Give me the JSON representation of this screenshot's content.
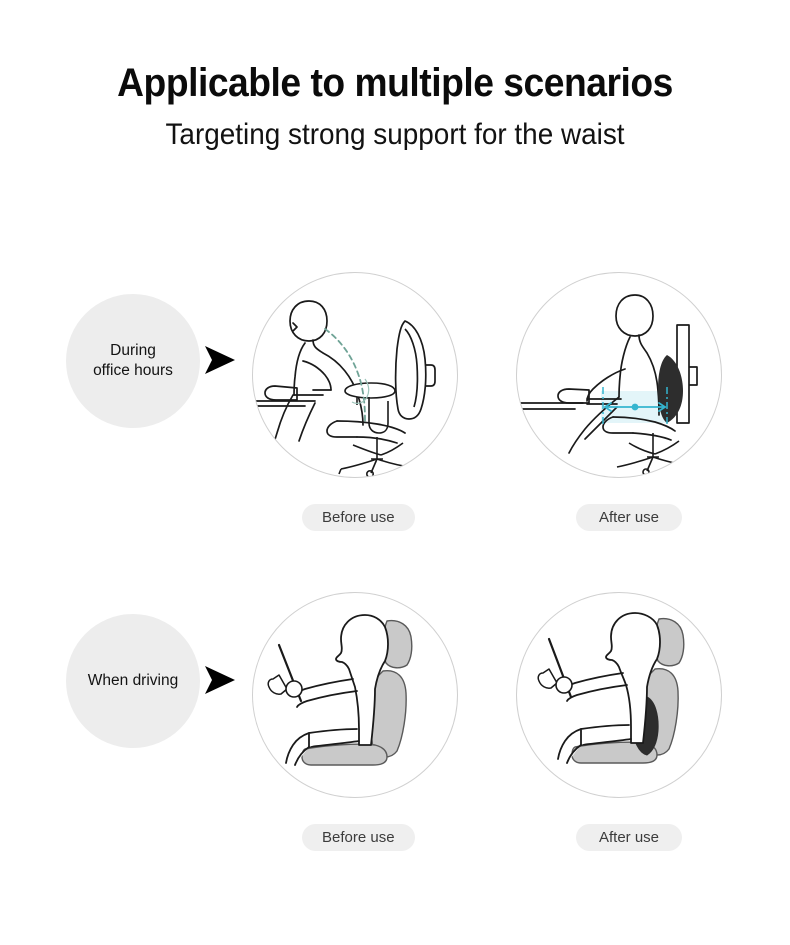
{
  "header": {
    "title": "Applicable to multiple scenarios",
    "subtitle": "Targeting strong support for the waist"
  },
  "colors": {
    "background": "#ffffff",
    "title_text": "#0b0b0b",
    "label_circle_bg": "#ededed",
    "pill_bg": "#efefef",
    "pill_text": "#3c3c3c",
    "outline": "#1a1a1a",
    "disc_border": "#d0d0d0",
    "spine_teal": "#6fa396",
    "accent_cyan": "#35b5cf",
    "accent_cyan_fill": "#d9f2f7",
    "cushion_black": "#2d2d2d",
    "seat_gray": "#c9c9c9",
    "seat_gray_dark": "#b6b6b6",
    "arrow_black": "#000000"
  },
  "rows": [
    {
      "label": "During\noffice hours",
      "label_name": "during-office-hours",
      "arrow_icon": "arrow-right-icon",
      "panels": [
        {
          "caption": "Before use",
          "scene": "office-slouched-posture",
          "annotation": "curved-spine-dashed-line"
        },
        {
          "caption": "After use",
          "scene": "office-supported-posture",
          "annotation": "lumbar-support-arrow"
        }
      ]
    },
    {
      "label": "When driving",
      "label_name": "when-driving",
      "arrow_icon": "arrow-right-icon",
      "panels": [
        {
          "caption": "Before use",
          "scene": "driving-unsupported-posture",
          "annotation": "none"
        },
        {
          "caption": "After use",
          "scene": "driving-supported-posture",
          "annotation": "lumbar-cushion"
        }
      ]
    }
  ]
}
